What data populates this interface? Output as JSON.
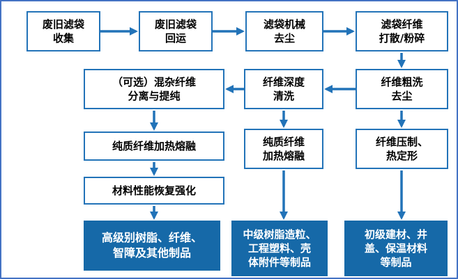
{
  "colors": {
    "frame_border": "#4472C4",
    "box_border": "#2273B8",
    "filled_box": "#1669A8",
    "arrow": "#2273B8",
    "text_dark": "#000000",
    "text_light": "#ffffff"
  },
  "nodes": {
    "collect": {
      "label": "废旧滤袋\n收集"
    },
    "return": {
      "label": "废旧滤袋\n回运"
    },
    "mech_dedust": {
      "label": "滤袋机械\n去尘"
    },
    "shred": {
      "label": "滤袋纤维\n打散/粉碎"
    },
    "separate": {
      "label": "（可选）混杂纤维\n分离与提纯"
    },
    "deep_clean": {
      "label": "纤维深度\n清洗"
    },
    "coarse_wash": {
      "label": "纤维粗洗\n去尘"
    },
    "melt_left": {
      "label": "纯质纤维加热熔融"
    },
    "melt_mid": {
      "label": "纯质纤维\n加热熔融"
    },
    "press_shape": {
      "label": "纤维压制、\n热定形"
    },
    "strengthen": {
      "label": "材料性能恢复强化"
    },
    "product_high": {
      "label": "高级别树脂、纤维、\n智障及其他制品"
    },
    "product_mid": {
      "label": "中级树脂造粒、\n工程塑料、壳\n体附件等制品"
    },
    "product_low": {
      "label": "初级建材、井\n盖、保温材料\n等制品"
    }
  }
}
